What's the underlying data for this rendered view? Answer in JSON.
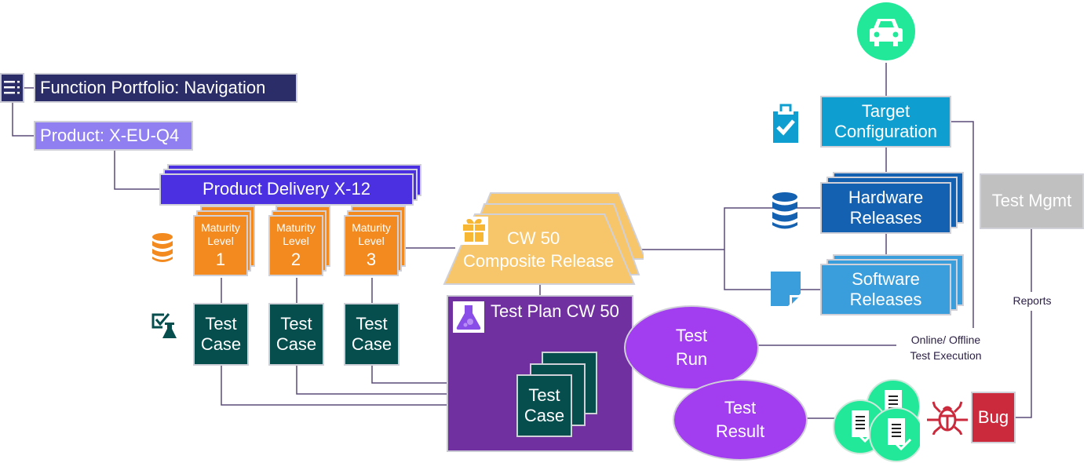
{
  "diagram": {
    "function_portfolio": {
      "label": "Function Portfolio: Navigation",
      "icon": "list-icon"
    },
    "product": {
      "label": "Product: X-EU-Q4"
    },
    "product_delivery": {
      "label": "Product Delivery X-12"
    },
    "maturity_levels": [
      {
        "line1": "Maturity",
        "line2": "Level",
        "number": "1"
      },
      {
        "line1": "Maturity",
        "line2": "Level",
        "number": "2"
      },
      {
        "line1": "Maturity",
        "line2": "Level",
        "number": "3"
      }
    ],
    "test_cases": [
      {
        "line1": "Test",
        "line2": "Case"
      },
      {
        "line1": "Test",
        "line2": "Case"
      },
      {
        "line1": "Test",
        "line2": "Case"
      }
    ],
    "composite_release": {
      "line1": "CW 50",
      "line2": "Composite Release",
      "icon": "gift-icon"
    },
    "test_plan": {
      "title": "Test Plan CW 50",
      "icon": "flask-icon",
      "test_case": {
        "line1": "Test",
        "line2": "Case"
      }
    },
    "test_run": {
      "line1": "Test",
      "line2": "Run"
    },
    "test_result": {
      "line1": "Test",
      "line2": "Result"
    },
    "target_configuration": {
      "line1": "Target",
      "line2": "Configuration",
      "icon": "clipboard-check-icon"
    },
    "vehicle": {
      "icon": "car-icon"
    },
    "hardware_releases": {
      "line1": "Hardware",
      "line2": "Releases",
      "icon": "database-icon"
    },
    "software_releases": {
      "line1": "Software",
      "line2": "Releases",
      "icon": "document-icon"
    },
    "test_mgmt": {
      "label": "Test Mgmt"
    },
    "reports_label": "Reports",
    "execution_label": {
      "line1": "Online/ Offline",
      "line2": "Test Execution"
    },
    "bug": {
      "label": "Bug",
      "icon": "bug-icon"
    },
    "result_docs": {
      "icon": "document-check-icon"
    },
    "colors": {
      "navy": "#2b2d68",
      "lavender": "#8f7ff0",
      "indigo": "#4a30e0",
      "orange": "#f38a20",
      "teal": "#064e4e",
      "sand": "#f7c56a",
      "purple": "#7030a0",
      "violet": "#a23ef0",
      "cyan": "#0e9fd0",
      "blue": "#1361b0",
      "sky": "#3a9edc",
      "mint": "#22e89a",
      "gray": "#c0c0c0",
      "red": "#cb2a3c",
      "line": "#5a4a78"
    }
  }
}
